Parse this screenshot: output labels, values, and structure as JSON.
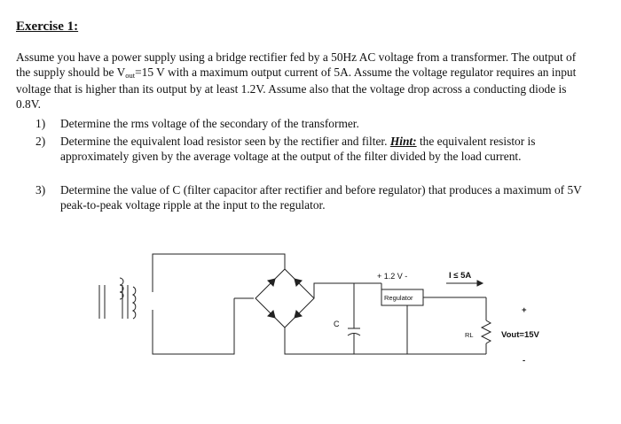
{
  "exercise": {
    "title": "Exercise 1:",
    "intro_part1": "Assume you have a power supply using a bridge rectifier fed by a 50Hz AC voltage from a transformer. The output of the supply should be V",
    "intro_sub": "out",
    "intro_part2": "=15 V with a maximum output current of 5A. Assume the voltage regulator requires an input voltage that is higher than its output by at least 1.2V. Assume also that the voltage drop across a conducting diode is 0.8V.",
    "questions": [
      {
        "number": "1)",
        "text": "Determine the rms voltage of the secondary of the transformer."
      },
      {
        "number": "2)",
        "text_before": "Determine the equivalent load resistor seen by the rectifier and filter. ",
        "hint_label": "Hint:",
        "text_after": " the equivalent resistor is approximately given by the average voltage at the output of the filter divided by the load current."
      },
      {
        "number": "3)",
        "text": "Determine the value of C (filter capacitor after rectifier and before regulator) that produces a maximum of 5V peak-to-peak voltage ripple at the input to the regulator."
      }
    ]
  },
  "circuit": {
    "regulator_drop_label": "+ 1.2 V -",
    "current_label": "I ≤ 5A",
    "regulator_label": "Regulator",
    "capacitor_label": "C",
    "load_label": "RL",
    "output_label": "Vout=15V",
    "plus_sign": "+",
    "minus_sign": "-"
  }
}
